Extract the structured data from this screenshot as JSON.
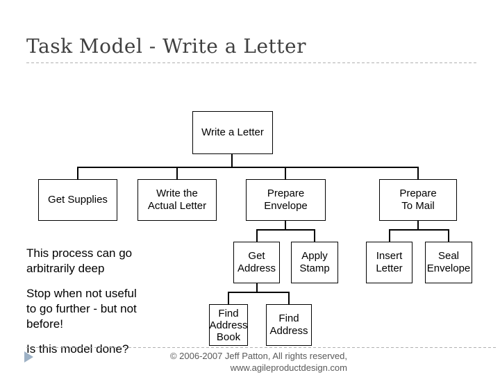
{
  "slide": {
    "title": "Task Model - Write a Letter",
    "footer": {
      "line1": "© 2006-2007 Jeff Patton, All rights reserved,",
      "line2": "www.agileproductdesign.com"
    }
  },
  "notes": {
    "para1": "This process can go\narbitrarily deep",
    "para2": "Stop when not useful\nto go further - but not\nbefore!",
    "para3": "Is this model done?"
  },
  "tree": {
    "type": "task-hierarchy",
    "nodes": [
      {
        "id": "write-a-letter",
        "label": "Write a Letter",
        "parent": null
      },
      {
        "id": "get-supplies",
        "label": "Get Supplies",
        "parent": "write-a-letter"
      },
      {
        "id": "write-the-actual-letter",
        "label": "Write the\nActual Letter",
        "parent": "write-a-letter"
      },
      {
        "id": "prepare-envelope",
        "label": "Prepare\nEnvelope",
        "parent": "write-a-letter"
      },
      {
        "id": "prepare-to-mail",
        "label": "Prepare\nTo Mail",
        "parent": "write-a-letter"
      },
      {
        "id": "get-address",
        "label": "Get\nAddress",
        "parent": "prepare-envelope"
      },
      {
        "id": "apply-stamp",
        "label": "Apply\nStamp",
        "parent": "prepare-envelope"
      },
      {
        "id": "insert-letter",
        "label": "Insert\nLetter",
        "parent": "prepare-to-mail"
      },
      {
        "id": "seal-envelope",
        "label": "Seal\nEnvelope",
        "parent": "prepare-to-mail"
      },
      {
        "id": "find-address-book",
        "label": "Find\nAddress\nBook",
        "parent": "get-address"
      },
      {
        "id": "find-address",
        "label": "Find\nAddress",
        "parent": "get-address"
      }
    ]
  },
  "colors": {
    "line_black": "#000000",
    "title_gray": "#3f3f3f",
    "dash_gray": "#b0b0b0",
    "footer_gray": "#595959",
    "triangle_blue": "#9db1c5"
  }
}
